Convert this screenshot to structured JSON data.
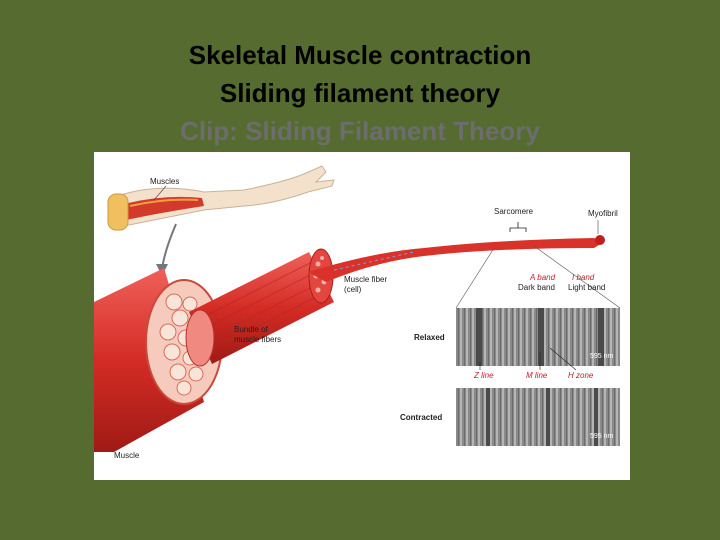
{
  "title": {
    "line1": "Skeletal Muscle contraction",
    "line2": "Sliding filament theory",
    "line3": "Clip: Sliding Filament Theory"
  },
  "diagram": {
    "muscles_label": "Muscles",
    "bundle_label_1": "Bundle of",
    "bundle_label_2": "muscle fibers",
    "muscle_label": "Muscle",
    "muscle_fiber_label_1": "Muscle fiber",
    "muscle_fiber_label_2": "(cell)",
    "sarcomere_label": "Sarcomere",
    "myofibril_label": "Myofibril",
    "a_band_label": "A band",
    "i_band_label": "I band",
    "dark_band_label": "Dark band",
    "light_band_label": "Light band",
    "relaxed_label": "Relaxed",
    "contracted_label": "Contracted",
    "scale_relaxed": "595 nm",
    "scale_contracted": "595 nm",
    "z_line_label": "Z line",
    "m_line_label": "M line",
    "h_zone_label": "H zone"
  },
  "colors": {
    "background": "#556b2f",
    "muscle_red": "#d9322a",
    "label_red": "#c0202a"
  }
}
